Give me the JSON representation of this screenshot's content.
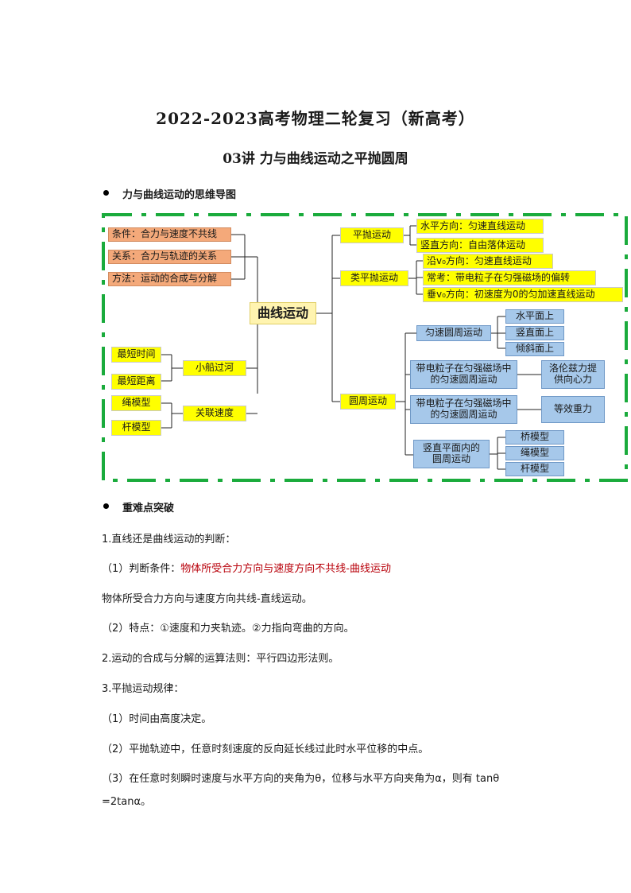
{
  "doc": {
    "title": "2022-2023高考物理二轮复习（新高考）",
    "subtitle": "03讲 力与曲线运动之平抛圆周"
  },
  "sections": {
    "mindmap_heading": "力与曲线运动的思维导图",
    "key_heading": "重难点突破"
  },
  "mindmap": {
    "center": "曲线运动",
    "left_top": [
      "条件：合力与速度不共线",
      "关系：合力与轨迹的关系",
      "方法：运动的合成与分解"
    ],
    "boat": {
      "label": "小船过河",
      "items": [
        "最短时间",
        "最短距离"
      ]
    },
    "link": {
      "label": "关联速度",
      "items": [
        "绳模型",
        "杆模型"
      ]
    },
    "projectile": {
      "label": "平抛运动",
      "items": [
        "水平方向：匀速直线运动",
        "竖直方向：自由落体运动"
      ]
    },
    "quasi": {
      "label": "类平抛运动",
      "items": [
        "沿v₀方向：匀速直线运动",
        "常考：带电粒子在匀强磁场的偏转",
        "垂v₀方向：初速度为0的匀加速直线运动"
      ]
    },
    "circle": {
      "label": "圆周运动",
      "uniform": {
        "label": "匀速圆周运动",
        "items": [
          "水平面上",
          "竖直面上",
          "倾斜面上"
        ]
      },
      "charged1": {
        "label": "带电粒子在匀强磁场中的匀速圆周运动",
        "result": "洛伦兹力提供向心力"
      },
      "charged2": {
        "label": "带电粒子在匀强磁场中的匀速圆周运动",
        "result": "等效重力"
      },
      "vertical": {
        "label": "竖直平面内的圆周运动",
        "items": [
          "桥模型",
          "绳模型",
          "杆模型"
        ]
      }
    }
  },
  "content": {
    "p1": "1.直线还是曲线运动的判断：",
    "p2_prefix": "（1）判断条件：",
    "p2_red": "物体所受合力方向与速度方向不共线-曲线运动",
    "p3": "物体所受合力方向与速度方向共线-直线运动。",
    "p4": "（2）特点：①速度和力夹轨迹。②力指向弯曲的方向。",
    "p5": "2.运动的合成与分解的运算法则：平行四边形法则。",
    "p6": "3.平抛运动规律：",
    "p7": "（1）时间由高度决定。",
    "p8": "（2）平抛轨迹中，任意时刻速度的反向延长线过此时水平位移的中点。",
    "p9": "（3）在任意时刻瞬时速度与水平方向的夹角为θ，位移与水平方向夹角为α，则有 tanθ",
    "p10": "=2tanα。"
  },
  "colors": {
    "frame": "#1aab3c",
    "yellow": "#ffff00",
    "orange": "#f4a97a",
    "blue": "#a6c8ea",
    "red_text": "#b8000a"
  }
}
